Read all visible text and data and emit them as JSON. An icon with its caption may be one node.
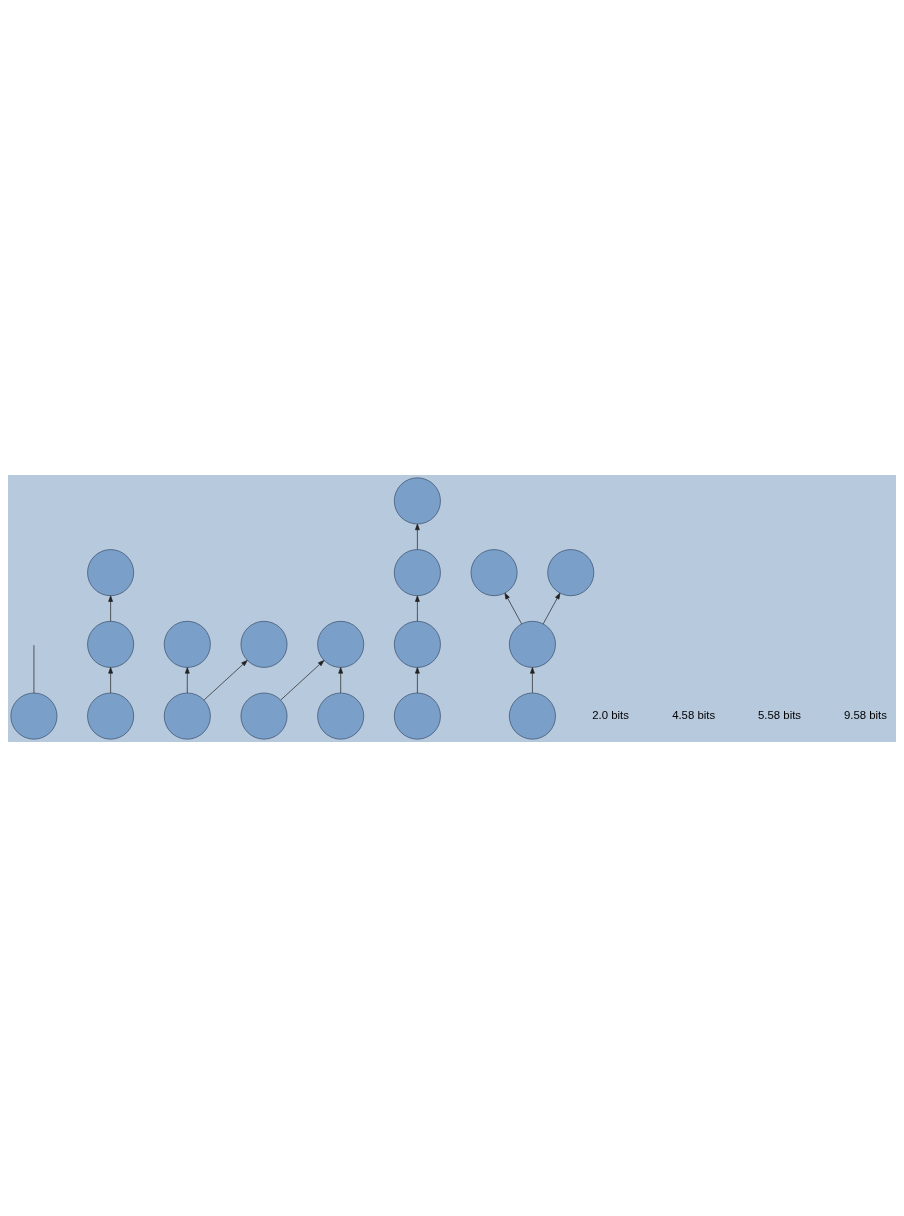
{
  "diagram": {
    "nodes": [
      {
        "text": [],
        "shape": "circle"
      },
      {
        "text": [],
        "shape": "circle"
      },
      {
        "text": [],
        "shape": "circle"
      },
      {
        "text": [],
        "shape": "circle"
      },
      {
        "text": [],
        "shape": "circle"
      },
      {
        "text": [],
        "shape": "circle"
      },
      {
        "text": [],
        "shape": "circle"
      },
      {
        "text": [],
        "shape": "circle"
      },
      {
        "text": [],
        "shape": "circle"
      },
      {
        "text": [],
        "shape": "circle"
      },
      {
        "text": [],
        "shape": "circle"
      },
      {
        "text": [],
        "shape": "circle"
      },
      {
        "text": [],
        "shape": "circle"
      },
      {
        "text": [],
        "shape": "circle"
      },
      {
        "text": [],
        "shape": "circle"
      },
      {
        "text": [],
        "shape": "circle"
      },
      {
        "text": [],
        "shape": "circle"
      },
      {
        "text": [],
        "shape": "circle"
      }
    ],
    "edges": [
      {
        "from": 0,
        "to": null,
        "arrow": "none"
      },
      {
        "from": 3,
        "to": 2,
        "arrow": "to"
      },
      {
        "from": 2,
        "to": 1,
        "arrow": "to"
      },
      {
        "from": 6,
        "to": 4,
        "arrow": "to"
      },
      {
        "from": 6,
        "to": 5,
        "arrow": "to"
      },
      {
        "from": 7,
        "to": 8,
        "arrow": "to"
      },
      {
        "from": 9,
        "to": 8,
        "arrow": "to"
      },
      {
        "from": 11,
        "to": 10,
        "arrow": "to"
      },
      {
        "from": 12,
        "to": 11,
        "arrow": "to"
      },
      {
        "from": 13,
        "to": 12,
        "arrow": "to"
      },
      {
        "from": 17,
        "to": 16,
        "arrow": "to"
      },
      {
        "from": 16,
        "to": 14,
        "arrow": "to"
      },
      {
        "from": 16,
        "to": 15,
        "arrow": "to"
      }
    ],
    "labels": [
      "2.0 bits",
      "4.58 bits",
      "5.58 bits",
      "9.58 bits"
    ]
  }
}
